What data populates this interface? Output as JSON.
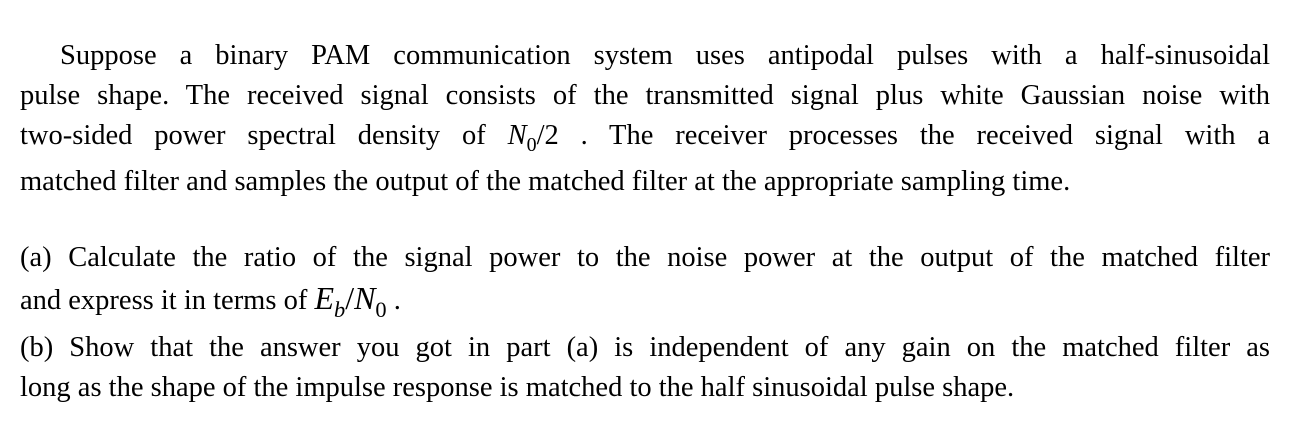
{
  "problem": {
    "intro": {
      "line1": "Suppose a binary PAM communication system uses antipodal pulses with a half-sinusoidal",
      "line2": "pulse shape.  The received signal consists of the transmitted signal plus white Gaussian noise with",
      "line3_before": "two-sided power spectral density of ",
      "line3_var": "N",
      "line3_sub": "0",
      "line3_after": "/2 .  The receiver processes the received signal with a",
      "line4": "matched filter and samples the output of the matched filter at the appropriate sampling time."
    },
    "part_a": {
      "line1": "(a) Calculate the ratio of the signal power to the noise power at the output of the matched filter",
      "line2_before": "and express it in terms of ",
      "var_e": "E",
      "sub_b": "b",
      "slash": "/",
      "var_n": "N",
      "sub_0": "0",
      "line2_after": " ."
    },
    "part_b": {
      "line1": "(b) Show that the answer you got in part (a) is independent of any gain on the matched filter as",
      "line2": "long as the shape of the impulse response is matched to the half sinusoidal pulse shape."
    }
  }
}
